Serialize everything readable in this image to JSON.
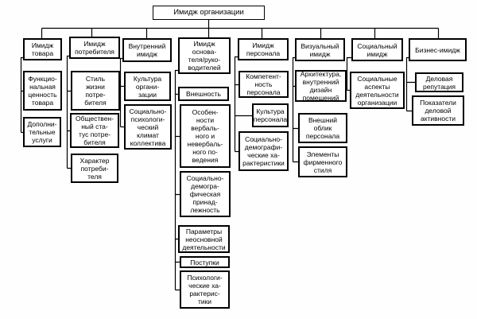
{
  "diagram": {
    "title": "Имидж организации",
    "colors": {
      "border": "#000000",
      "background": "#ffffff",
      "text": "#000000"
    },
    "columns": [
      {
        "header": "Имидж\nтовара",
        "children": [
          "Функцио-\nнальная\nценность\nтовара",
          "Дополни-\nтельные\nуслуги"
        ]
      },
      {
        "header": "Имидж\nпотребителя",
        "children": [
          "Стиль\nжизни\nпотре-\nбителя",
          "Обществен-\nный ста-\nтус потре-\nбителя",
          "Характер\nпотреби-\nтеля"
        ]
      },
      {
        "header": "Внутренний\nимидж",
        "children": [
          "Культура\nоргани-\nзации",
          "Социально-\nпсихологи-\nческий\nклимат\nколлектива"
        ]
      },
      {
        "header": "Имидж\nоснова-\nтеля/руко-\nводителей",
        "children": [
          "Внешность",
          "Особен-\nности\nвербаль-\nного и\nневербаль-\nного по-\nведения",
          "Социально-\nдемогра-\nфическая\nпринад-\nлежность",
          "Параметры\nнеосновной\nдеятельности",
          "Поступки",
          "Психологи-\nческие ха-\nрактерис-\nтики"
        ]
      },
      {
        "header": "Имидж\nперсонала",
        "children": [
          "Компетент-\nность\nперсонала",
          "Культура\nперсонала",
          "Социально-\nдемографи-\nческие ха-\nрактеристики"
        ]
      },
      {
        "header": "Визуальный\nимидж",
        "children": [
          "Архитектура,\nвнутренний\nдизайн\nпомещений",
          "Внешний\nоблик\nперсонала",
          "Элементы\nфирменного\nстиля"
        ]
      },
      {
        "header": "Социальный\nимидж",
        "children": [
          "Социальные\nаспекты\nдеятельности\nорганизации"
        ]
      },
      {
        "header": "Бизнес-имидж",
        "children": [
          "Деловая\nрепутация",
          "Показатели\nделовой\nактивности"
        ]
      }
    ]
  }
}
